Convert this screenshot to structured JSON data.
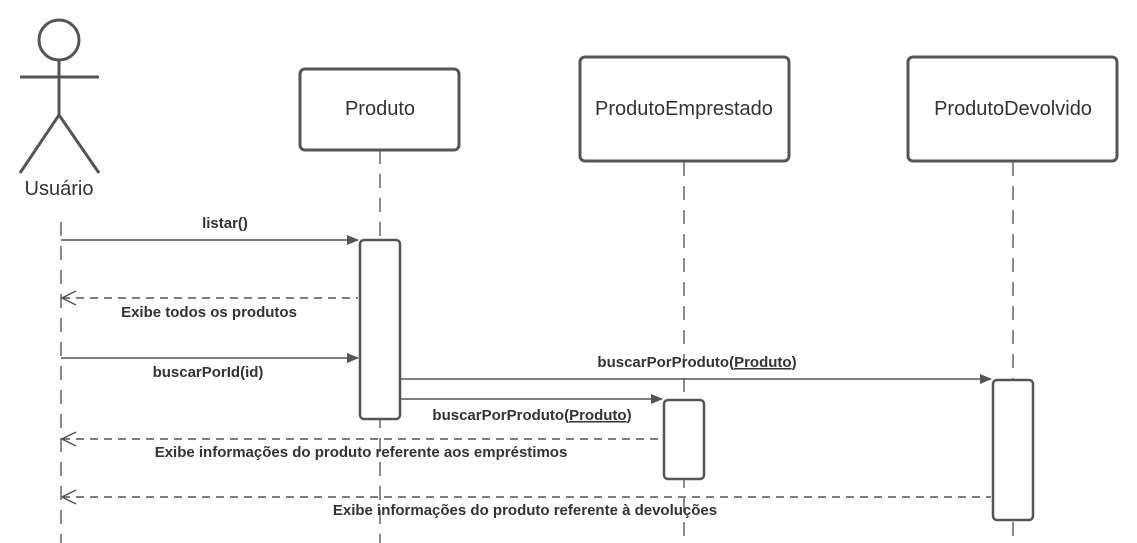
{
  "actor": {
    "label": "Usuário"
  },
  "participants": {
    "produto": "Produto",
    "emprestado": "ProdutoEmprestado",
    "devolvido": "ProdutoDevolvido"
  },
  "messages": {
    "listar": "listar()",
    "exibe_todos": "Exibe todos os produtos",
    "buscar_por_id": "buscarPorId(id)",
    "buscar_dev_prefix": "buscarPorProduto(",
    "buscar_dev_arg": "Produto",
    "buscar_dev_suffix": ")",
    "buscar_emp_prefix": "buscarPorProduto(",
    "buscar_emp_arg": "Produto",
    "buscar_emp_suffix": ")",
    "exibe_emprestimos": "Exibe informações do produto referente aos empréstimos",
    "exibe_devolucoes": "Exibe informações do produto referente à devoluções"
  }
}
